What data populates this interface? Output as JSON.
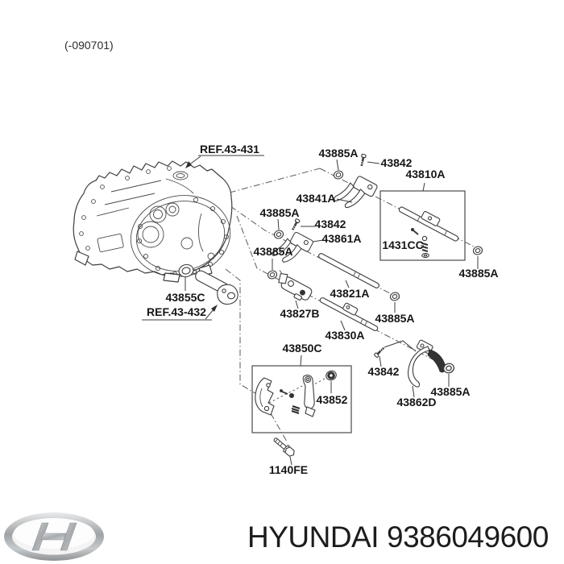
{
  "colors": {
    "background": "#ffffff",
    "line": "#3c3c3c",
    "label_text": "#161616",
    "logo_silver": "#b9bcbf"
  },
  "header": {
    "revision_code": "(-090701)"
  },
  "diagram": {
    "references": {
      "ref_case": "REF.43-431",
      "ref_shaft": "REF.43-432"
    },
    "parts": {
      "p43885a": "43885A",
      "p43842": "43842",
      "p43810a": "43810A",
      "p43841a": "43841A",
      "p43861a": "43861A",
      "p1431cc": "1431CC",
      "p43821a": "43821A",
      "p43827b": "43827B",
      "p43830a": "43830A",
      "p43855c": "43855C",
      "p43850c": "43850C",
      "p43852": "43852",
      "p43862d": "43862D",
      "p1140fe": "1140FE"
    }
  },
  "footer": {
    "brand": "HYUNDAI",
    "part_number": "9386049600"
  }
}
